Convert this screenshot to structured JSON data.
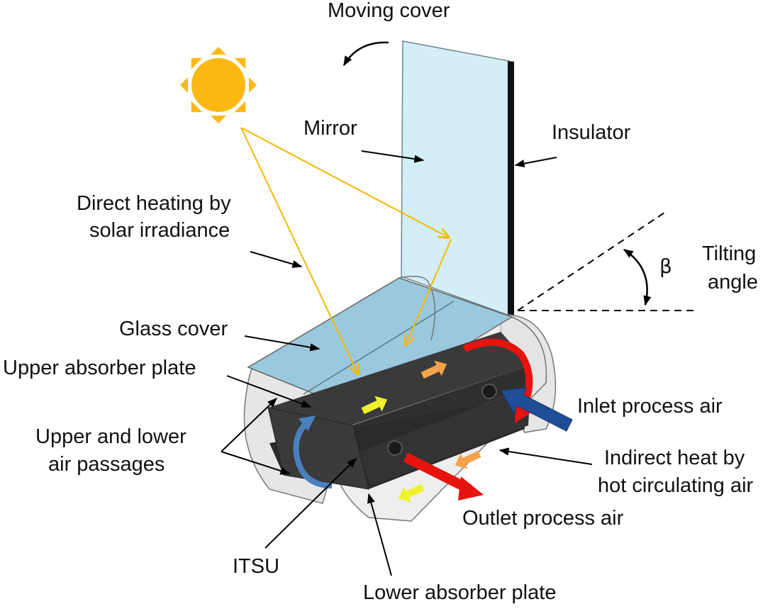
{
  "labels": {
    "moving_cover": "Moving cover",
    "mirror": "Mirror",
    "insulator": "Insulator",
    "direct_heating_line1": "Direct heating by",
    "direct_heating_line2": "solar irradiance",
    "beta": "β",
    "tilting_line1": "Tilting",
    "tilting_line2": "angle",
    "glass_cover": "Glass cover",
    "upper_absorber_plate": "Upper absorber plate",
    "air_passages_line1": "Upper and lower",
    "air_passages_line2": "air passages",
    "inlet_process_air": "Inlet process air",
    "indirect_heat_line1": "Indirect heat by",
    "indirect_heat_line2": "hot circulating air",
    "outlet_process_air": "Outlet process air",
    "itsu": "ITSU",
    "lower_absorber_plate": "Lower absorber plate"
  },
  "colors": {
    "sun": "#FDB813",
    "sun_rays": "#F5B800",
    "mirror": "#D3EEF7",
    "glass": "#9AC8DD",
    "absorber": "#2F2F2F",
    "end_caps": "#DEDEDE",
    "inlet_arrow": "#1F4E96",
    "hot_air": "#E8120F",
    "orange_arrow": "#F4A24C",
    "yellow_arrow": "#EEF22B",
    "blue_curve": "#4A7FBF"
  },
  "icons": {
    "sun": "sun-icon"
  }
}
